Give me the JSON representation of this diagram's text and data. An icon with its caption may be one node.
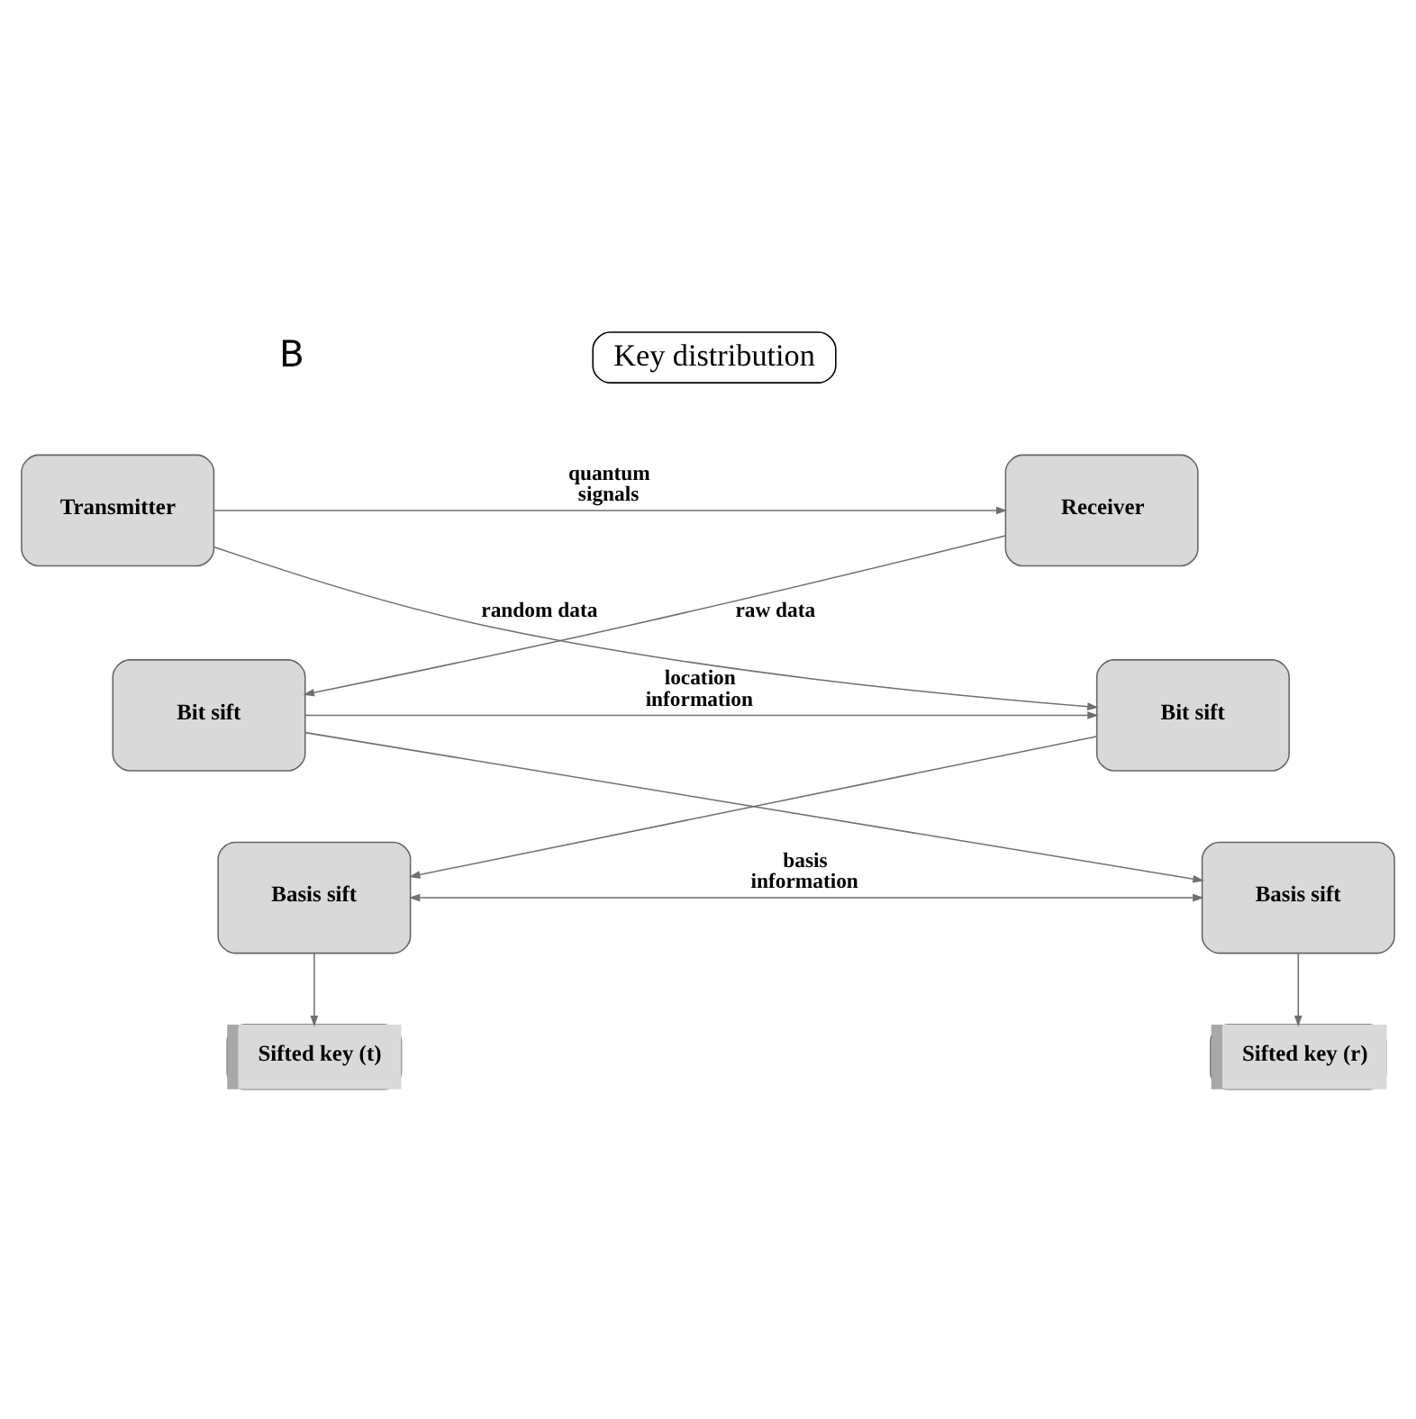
{
  "diagram": {
    "nodes": [
      {
        "text": [
          "Key distribution"
        ]
      },
      {
        "text": [
          "Transmitter"
        ]
      },
      {
        "text": [
          "Receiver"
        ]
      },
      {
        "text": [
          "Bit sift"
        ]
      },
      {
        "text": [
          "Bit sift"
        ]
      },
      {
        "text": [
          "Basis sift"
        ]
      },
      {
        "text": [
          "Basis sift"
        ]
      },
      {
        "text": [
          "Sifted key (t)"
        ]
      },
      {
        "text": [
          "Sifted key (r)"
        ]
      }
    ],
    "edges": [
      {
        "from": 1,
        "to": 2,
        "arrow": "to",
        "label": "quantum signals"
      },
      {
        "from": 1,
        "to": 3,
        "arrow": "to",
        "label": "random data"
      },
      {
        "from": 2,
        "to": 4,
        "arrow": "to",
        "label": "raw data"
      },
      {
        "from": 4,
        "to": 3,
        "arrow": "to",
        "label": "location information"
      },
      {
        "from": 3,
        "to": 5,
        "arrow": "to"
      },
      {
        "from": 4,
        "to": 6,
        "arrow": "to"
      },
      {
        "from": 5,
        "to": 6,
        "arrow": "both",
        "label": "basis information"
      },
      {
        "from": 5,
        "to": 7,
        "arrow": "to"
      },
      {
        "from": 6,
        "to": 8,
        "arrow": "to"
      }
    ],
    "labels": [
      "B"
    ]
  }
}
